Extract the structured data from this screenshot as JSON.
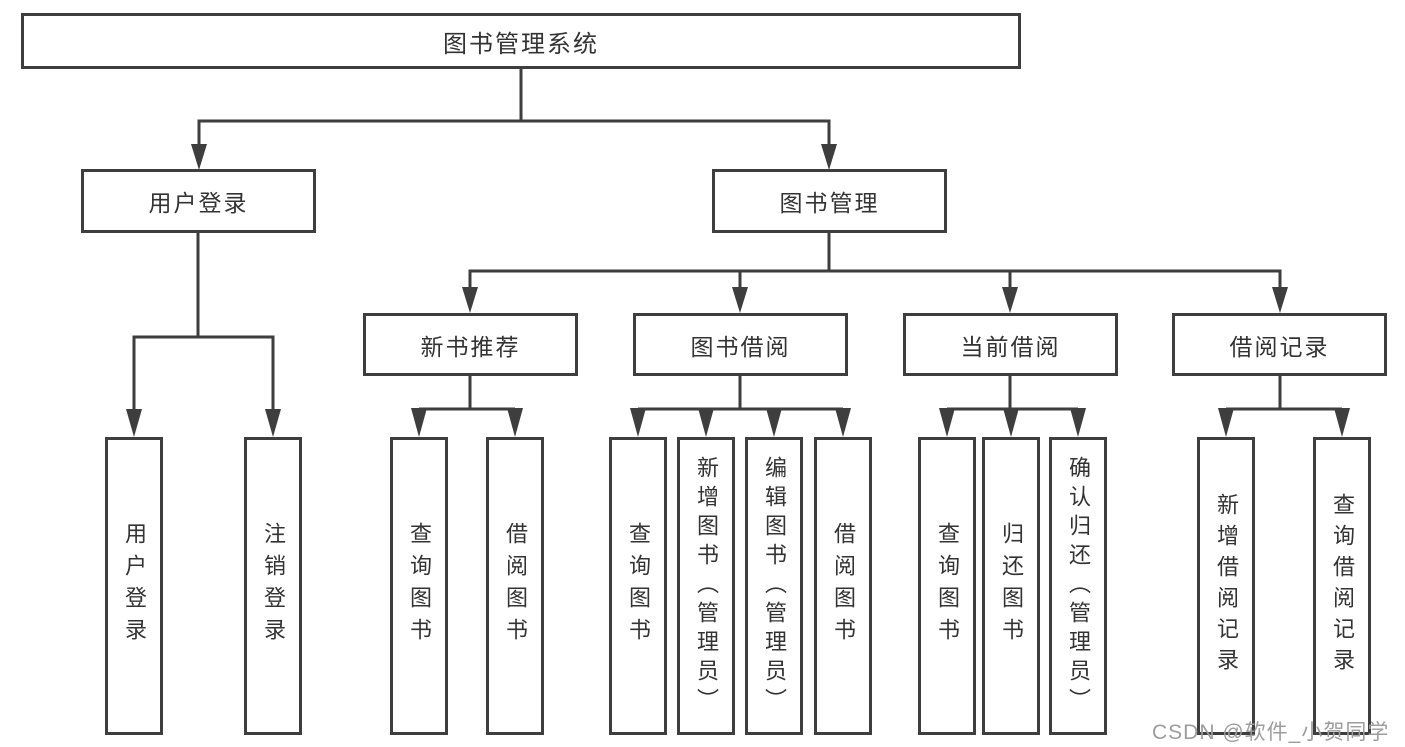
{
  "tree": {
    "root": "图书管理系统",
    "branches": [
      {
        "label": "用户登录",
        "leaves": [
          "用户登录",
          "注销登录"
        ]
      },
      {
        "label": "图书管理",
        "groups": [
          {
            "label": "新书推荐",
            "leaves": [
              "查询图书",
              "借阅图书"
            ]
          },
          {
            "label": "图书借阅",
            "leaves": [
              "查询图书",
              "新增图书（管理员）",
              "编辑图书（管理员）",
              "借阅图书"
            ]
          },
          {
            "label": "当前借阅",
            "leaves": [
              "查询图书",
              "归还图书",
              "确认归还（管理员）"
            ]
          },
          {
            "label": "借阅记录",
            "leaves": [
              "新增借阅记录",
              "查询借阅记录"
            ]
          }
        ]
      }
    ]
  },
  "watermark": "CSDN @软件_小贺同学",
  "colors": {
    "line": "#3e3e3e",
    "box_border": "#3e3e3e",
    "text": "#333333",
    "watermark": "#9d9d9d",
    "background": "#ffffff"
  }
}
